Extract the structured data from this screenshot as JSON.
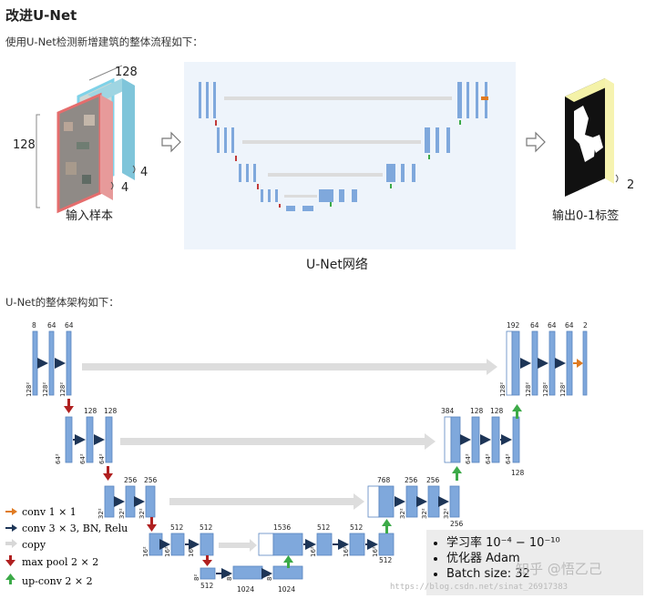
{
  "page": {
    "title": "改进U-Net",
    "intro": "使用U-Net检测新增建筑的整体流程如下：",
    "arch_intro": "U-Net的整体架构如下："
  },
  "flow": {
    "input_label": "输入样本",
    "network_label": "U-Net网络",
    "output_label": "输出0-1标签",
    "dim_width": "128",
    "dim_height": "128",
    "channels_a": "4",
    "channels_b": "4",
    "out_channels": "2"
  },
  "arch": {
    "enc1": {
      "ch": [
        "8",
        "64",
        "64"
      ],
      "size": [
        "128²",
        "128²",
        "128²"
      ]
    },
    "enc2": {
      "ch": [
        "128",
        "128"
      ],
      "size": [
        "64²",
        "64²",
        "64²"
      ]
    },
    "enc3": {
      "ch": [
        "256",
        "256"
      ],
      "size": [
        "32²",
        "32²",
        "32²"
      ]
    },
    "enc4": {
      "ch": [
        "512",
        "512"
      ],
      "size": [
        "16²",
        "16²",
        "16²"
      ]
    },
    "bottom": {
      "ch": [
        "512",
        "1024",
        "1024"
      ],
      "size": [
        "8²",
        "8²",
        "8²"
      ]
    },
    "dec4": {
      "ch": [
        "1536",
        "512",
        "512"
      ],
      "bottom_ch": "512",
      "size": [
        "16²",
        "16²",
        "16²"
      ]
    },
    "dec3": {
      "ch": [
        "768",
        "256",
        "256"
      ],
      "bottom_ch": "256",
      "size": [
        "32²",
        "32²",
        "32²"
      ]
    },
    "dec2": {
      "ch": [
        "384",
        "128",
        "128"
      ],
      "bottom_ch": "128",
      "size": [
        "64²",
        "64²",
        "64²"
      ]
    },
    "dec1": {
      "ch": [
        "192",
        "64",
        "64",
        "64",
        "2"
      ],
      "size": [
        "128²",
        "128²",
        "128²",
        "128²"
      ]
    }
  },
  "legend": [
    {
      "label": "conv 1 × 1",
      "color": "#e07b22",
      "icon": "arrow-right-icon"
    },
    {
      "label": "conv 3 × 3, BN, Relu",
      "color": "#1d3557",
      "icon": "arrow-right-icon"
    },
    {
      "label": "copy",
      "color": "#d8d8d8",
      "icon": "arrow-right-icon"
    },
    {
      "label": "max pool 2 × 2",
      "color": "#b02020",
      "icon": "arrow-down-icon"
    },
    {
      "label": "up-conv 2 × 2",
      "color": "#3caa48",
      "icon": "arrow-up-icon"
    }
  ],
  "notes": {
    "lr": "学习率 10⁻⁴ − 10⁻¹⁰",
    "optimizer": "优化器 Adam",
    "batch": "Batch size: 32"
  },
  "watermark": {
    "url": "https://blog.csdn.net/sinat_26917383",
    "brand": "知乎 @悟乙己"
  },
  "colors": {
    "block": "#7fa8dc",
    "block_border": "#5a86c0",
    "net_bg": "#eef4fb"
  }
}
